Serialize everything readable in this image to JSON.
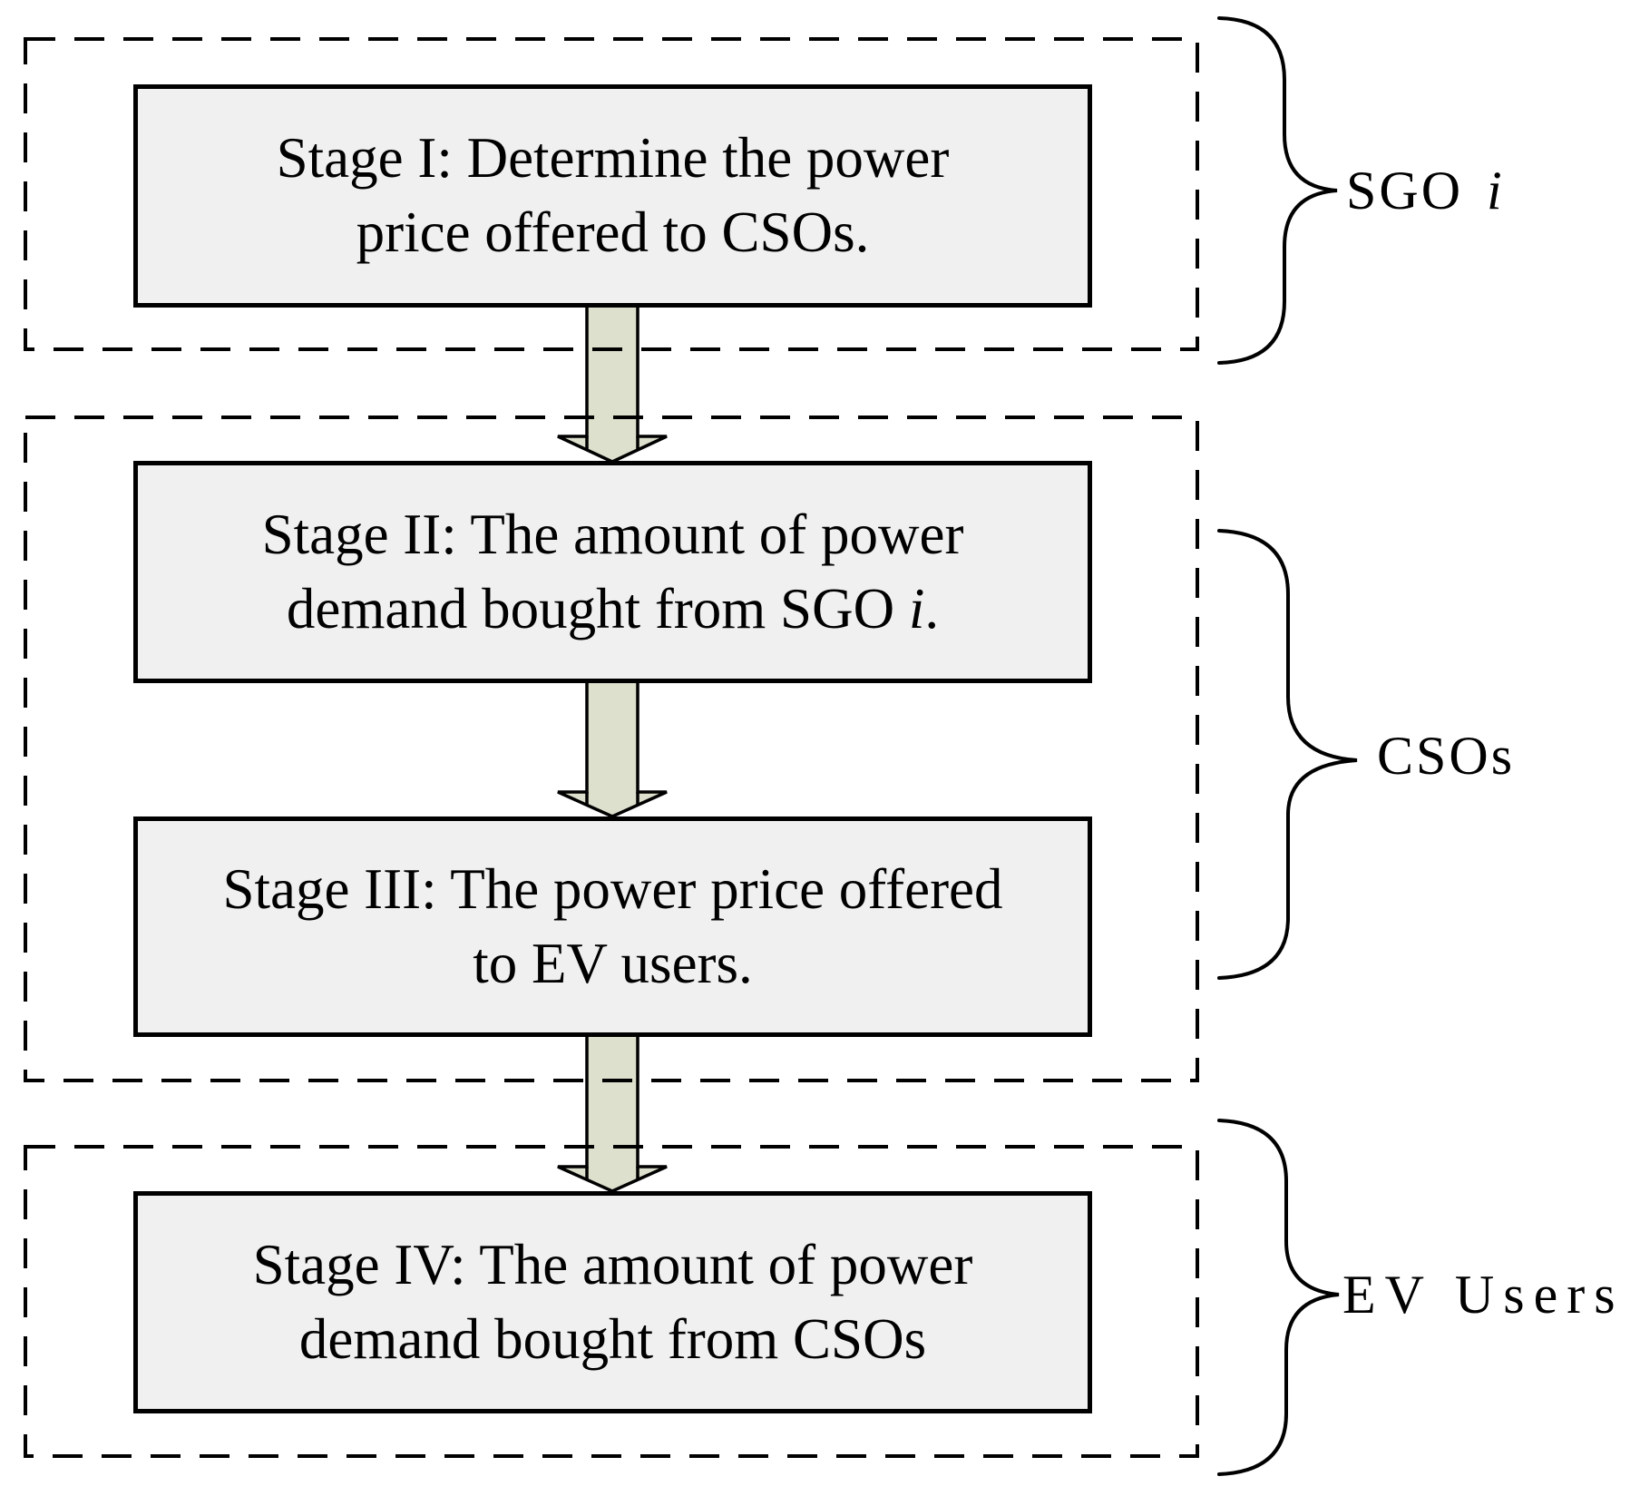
{
  "diagram": {
    "stages": [
      {
        "name": "Stage I",
        "line1": "Stage I: Determine the power",
        "line2": [
          {
            "text": "price offered to CSOs.",
            "italic": false
          }
        ]
      },
      {
        "name": "Stage II",
        "line1": "Stage II: The amount of power",
        "line2": [
          {
            "text": "demand bought from SGO ",
            "italic": false
          },
          {
            "text": "i",
            "italic": true
          },
          {
            "text": ".",
            "italic": false
          }
        ]
      },
      {
        "name": "Stage III",
        "line1": "Stage III: The power price offered",
        "line2": [
          {
            "text": "to EV users.",
            "italic": false
          }
        ]
      },
      {
        "name": "Stage IV",
        "line1": "Stage IV: The amount of power",
        "line2": [
          {
            "text": "demand bought from CSOs",
            "italic": false
          }
        ]
      }
    ],
    "group_labels": [
      {
        "text_pre": "SGO",
        "text_italic": "i"
      },
      {
        "text": "CSOs"
      },
      {
        "text": "EV Users"
      }
    ],
    "colors": {
      "box_fill": "#f0f0f0",
      "arrow_fill": "#dce0cc",
      "line": "#000000",
      "background": "#ffffff"
    }
  }
}
